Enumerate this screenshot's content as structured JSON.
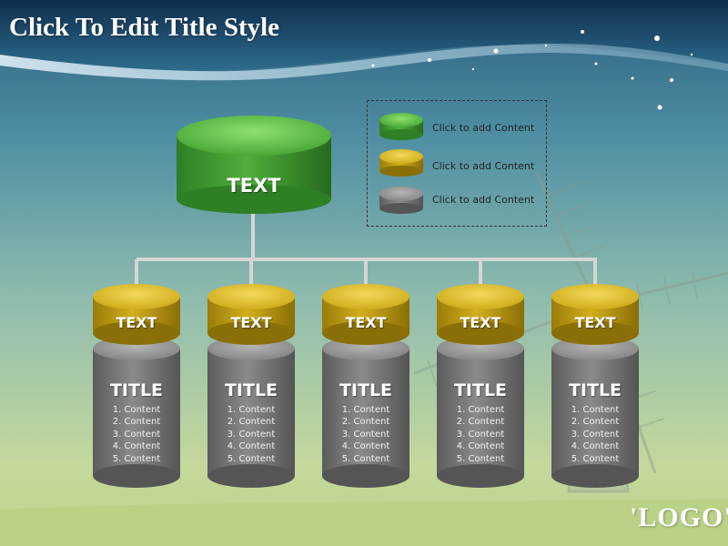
{
  "slide": {
    "title": "Click To Edit Title Style",
    "logo": "'LOGO'"
  },
  "colors": {
    "sky_top": "#1f4b6e",
    "sky_mid": "#4e8aa0",
    "ground": "#c9d99a",
    "green": "#3f9a32",
    "gold": "#c9a512",
    "gray": "#777777",
    "connector": "#d7d7d7"
  },
  "diagram": {
    "root_label": "TEXT",
    "columns": [
      {
        "label": "TEXT",
        "title": "TITLE",
        "items": [
          "1. Content",
          "2. Content",
          "3. Content",
          "4. Content",
          "5. Content"
        ]
      },
      {
        "label": "TEXT",
        "title": "TITLE",
        "items": [
          "1. Content",
          "2. Content",
          "3. Content",
          "4. Content",
          "5. Content"
        ]
      },
      {
        "label": "TEXT",
        "title": "TITLE",
        "items": [
          "1. Content",
          "2. Content",
          "3. Content",
          "4. Content",
          "5. Content"
        ]
      },
      {
        "label": "TEXT",
        "title": "TITLE",
        "items": [
          "1. Content",
          "2. Content",
          "3. Content",
          "4. Content",
          "5. Content"
        ]
      },
      {
        "label": "TEXT",
        "title": "TITLE",
        "items": [
          "1. Content",
          "2. Content",
          "3. Content",
          "4. Content",
          "5. Content"
        ]
      }
    ]
  },
  "legend": [
    {
      "color": "green",
      "text": "Click to add Content"
    },
    {
      "color": "gold",
      "text": "Click to add Content"
    },
    {
      "color": "gray",
      "text": "Click to add Content"
    }
  ]
}
